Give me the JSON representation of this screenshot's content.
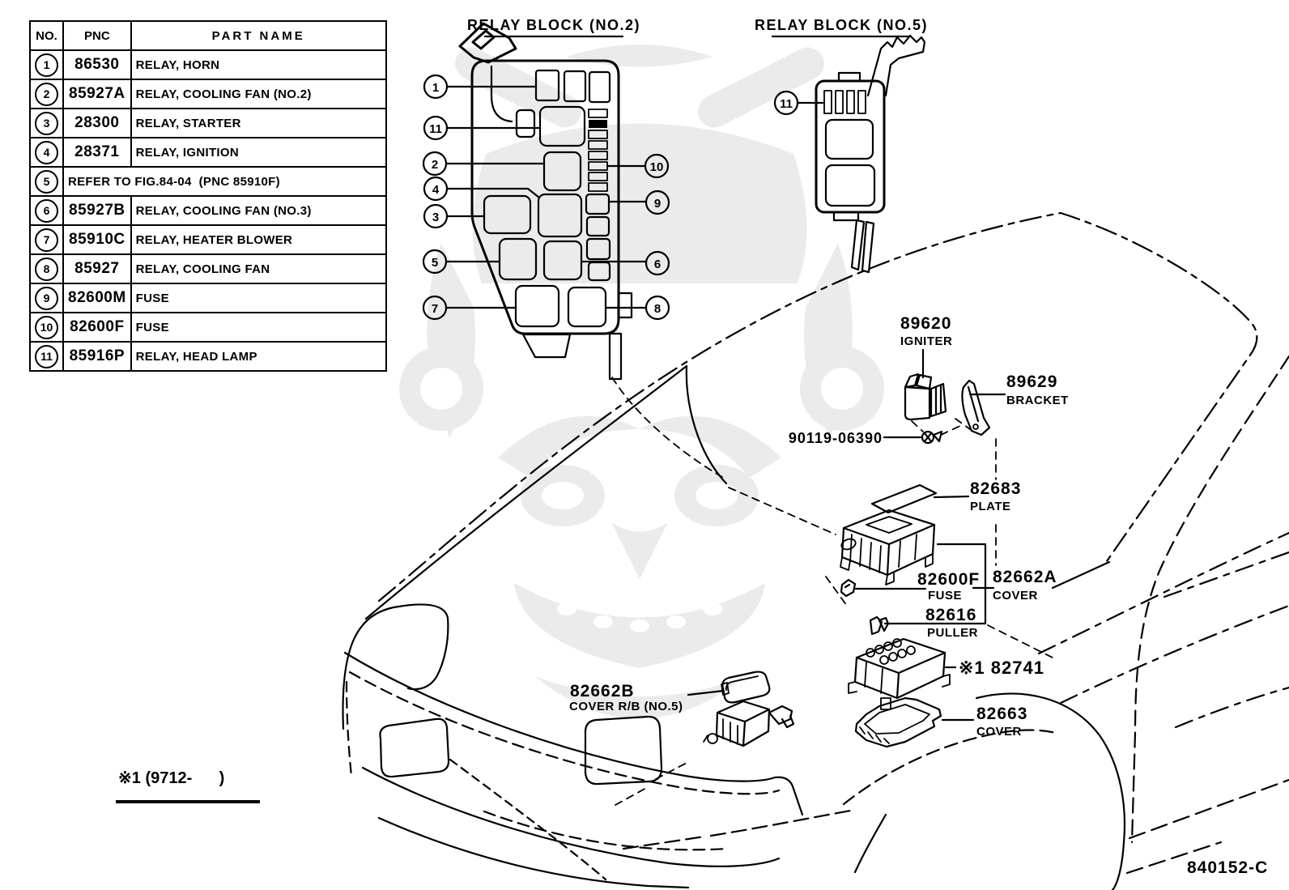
{
  "table": {
    "headers": [
      "NO.",
      "PNC",
      "PART NAME"
    ],
    "rows": [
      {
        "no": "1",
        "pnc": "86530",
        "name": "RELAY, HORN"
      },
      {
        "no": "2",
        "pnc": "85927A",
        "name": "RELAY, COOLING FAN (NO.2)"
      },
      {
        "no": "3",
        "pnc": "28300",
        "name": "RELAY, STARTER"
      },
      {
        "no": "4",
        "pnc": "28371",
        "name": "RELAY, IGNITION"
      },
      {
        "no": "5",
        "pnc": "",
        "name": "REFER TO FIG.84-04  (PNC 85910F)"
      },
      {
        "no": "6",
        "pnc": "85927B",
        "name": "RELAY, COOLING FAN (NO.3)"
      },
      {
        "no": "7",
        "pnc": "85910C",
        "name": "RELAY, HEATER BLOWER"
      },
      {
        "no": "8",
        "pnc": "85927",
        "name": "RELAY, COOLING FAN"
      },
      {
        "no": "9",
        "pnc": "82600M",
        "name": "FUSE"
      },
      {
        "no": "10",
        "pnc": "82600F",
        "name": "FUSE"
      },
      {
        "no": "11",
        "pnc": "85916P",
        "name": "RELAY, HEAD LAMP"
      }
    ]
  },
  "titles": {
    "relay_block_2": "RELAY BLOCK (NO.2)",
    "relay_block_5": "RELAY BLOCK (NO.5)"
  },
  "callouts": {
    "b2_left": [
      "1",
      "11",
      "2",
      "4",
      "3",
      "5",
      "7"
    ],
    "b2_right": [
      "10",
      "9",
      "6",
      "8"
    ],
    "b5": "11"
  },
  "labels": {
    "igniter_pnc": "89620",
    "igniter_name": "IGNITER",
    "bracket_pnc": "89629",
    "bracket_name": "BRACKET",
    "bolt_pnc": "90119-06390",
    "plate_pnc": "82683",
    "plate_name": "PLATE",
    "fuse_pnc": "82600F",
    "fuse_name": "FUSE",
    "cover_a_pnc": "82662A",
    "cover_a_name": "COVER",
    "puller_pnc": "82616",
    "puller_name": "PULLER",
    "fusebox_pnc": "※1 82741",
    "cover_b_pnc": "82662B",
    "cover_b_name": "COVER R/B (NO.5)",
    "cover_c_pnc": "82663",
    "cover_c_name": "COVER"
  },
  "footer": {
    "footnote": "※1 (9712-      )",
    "drawing_number": "840152-C"
  },
  "colors": {
    "line": "#000000",
    "background": "#ffffff",
    "watermark": "#ebebeb"
  }
}
